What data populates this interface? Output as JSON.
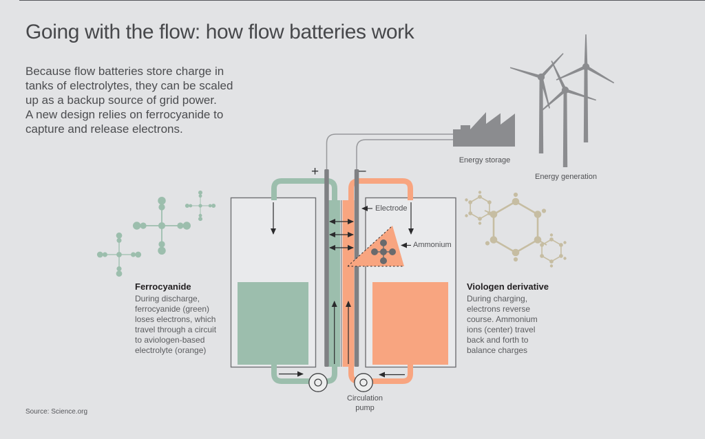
{
  "title": "Going with the flow: how flow batteries work",
  "intro": {
    "lines": [
      "Because flow batteries store charge in",
      "tanks of electrolytes, they can be scaled",
      "up as a backup source of grid power.",
      "A new design relies on ferrocyanide to",
      "capture and release electrons."
    ]
  },
  "labels": {
    "energy_storage": "Energy storage",
    "energy_generation": "Energy generation",
    "electrode": "Electrode",
    "ammonium": "Ammonium",
    "circulation_pump": "Circulation pump",
    "positive": "+",
    "negative": "–"
  },
  "callouts": {
    "ferrocyanide": {
      "heading": "Ferrocyanide",
      "lines": [
        "During discharge,",
        "ferrocyanide (green)",
        "loses electrons, which",
        "travel through a circuit",
        "to aviologen-based",
        "electrolyte (orange)"
      ]
    },
    "viologen": {
      "heading": "Viologen derivative",
      "lines": [
        "During charging,",
        "electrons reverse",
        "course. Ammonium",
        "ions (center) travel",
        "back and forth to",
        "balance charges"
      ]
    }
  },
  "source": "Source: Science.org",
  "icons": {
    "factory": "factory-icon",
    "wind_turbines": "wind-turbine-icon",
    "pump": "circulation-pump-icon",
    "ferrocyanide_molecule": "ferrocyanide-molecule-icon",
    "viologen_molecule": "viologen-molecule-icon",
    "ammonium_ion": "ammonium-ion-icon"
  },
  "colors": {
    "background": "#e2e3e5",
    "green_electrolyte": "#9cbead",
    "orange_electrolyte": "#f8a580",
    "icon_gray": "#8b8c8f",
    "electrode_gray": "#7f8083",
    "molecule_beige": "#c6bda2",
    "ink": "#2a2a2c"
  }
}
